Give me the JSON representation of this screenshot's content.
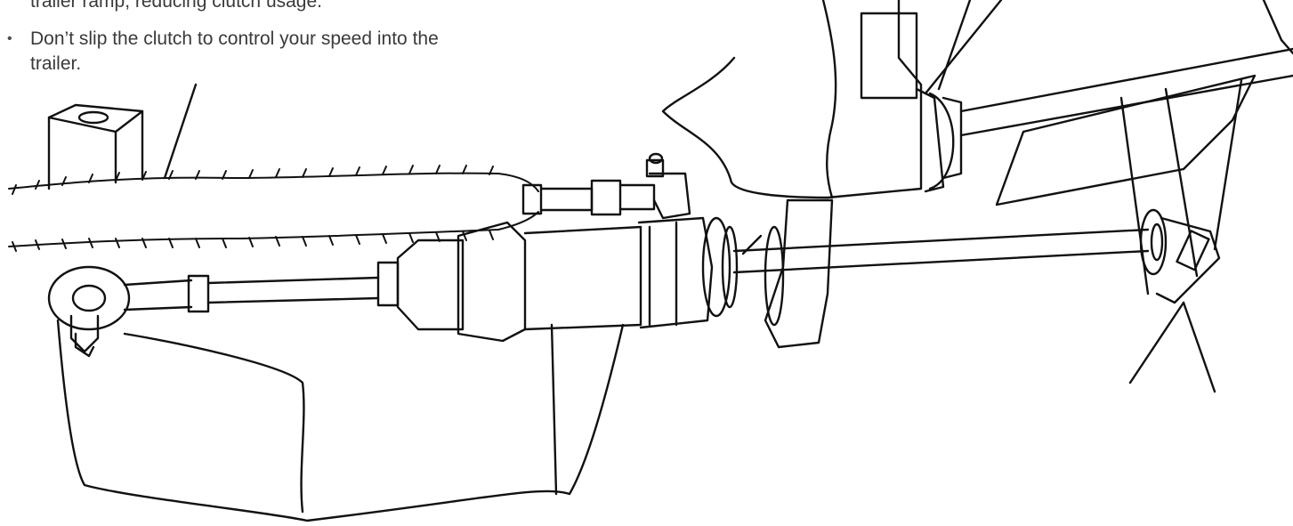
{
  "document": {
    "paragraphs": [
      {
        "bullet": "",
        "line1": "trailer ramp, reducing clutch usage.",
        "line2": ""
      },
      {
        "bullet": "•",
        "line1": "Don’t slip the clutch to control your speed into the",
        "line2": "trailer."
      }
    ]
  }
}
